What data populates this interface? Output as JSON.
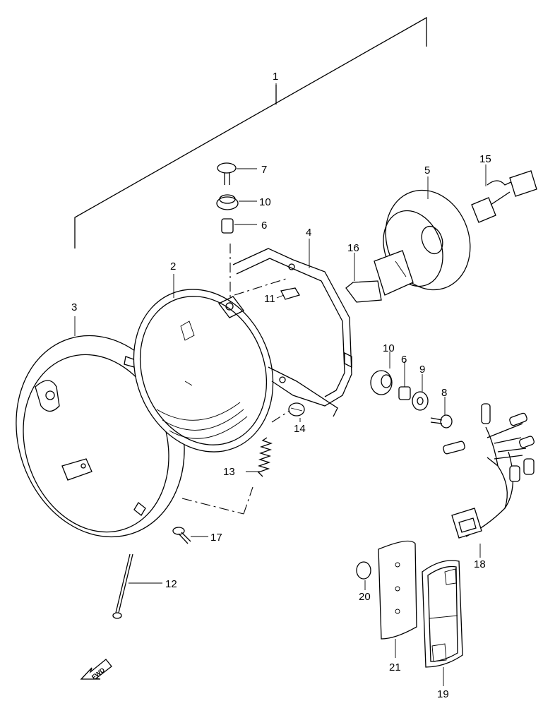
{
  "callouts": {
    "c1": "1",
    "c2": "2",
    "c3": "3",
    "c4": "4",
    "c5": "5",
    "c6a": "6",
    "c6b": "6",
    "c7": "7",
    "c8": "8",
    "c9": "9",
    "c10a": "10",
    "c10b": "10",
    "c11": "11",
    "c12": "12",
    "c13": "13",
    "c14": "14",
    "c15": "15",
    "c16": "16",
    "c17": "17",
    "c18": "18",
    "c19": "19",
    "c20": "20",
    "c21": "21"
  },
  "fwd_label": "FWD"
}
